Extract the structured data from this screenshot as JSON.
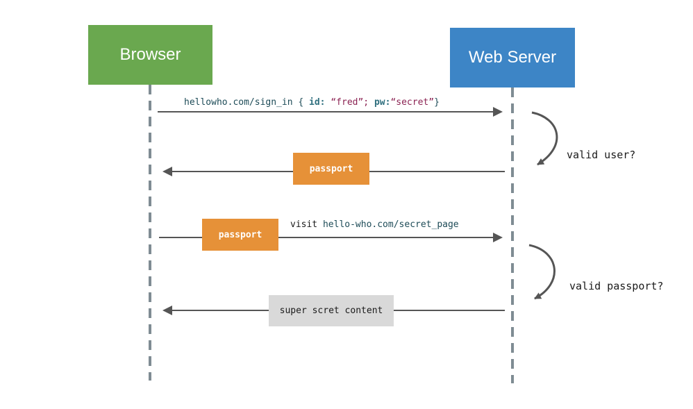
{
  "actors": {
    "browser": {
      "label": "Browser",
      "color": "#6aa84f"
    },
    "server": {
      "label": "Web Server",
      "color": "#3d85c6"
    }
  },
  "messages": {
    "sign_in": {
      "url": "hellowho.com/sign_in",
      "open_brace": "{",
      "id_key": "id:",
      "id_value": "“fred”;",
      "pw_key": "pw:",
      "pw_value": "“secret”",
      "close_brace": "}"
    },
    "passport_response": {
      "label": "passport",
      "color": "#e69138"
    },
    "visit": {
      "passport_label": "passport",
      "prefix": "visit",
      "url": "hello-who.com/secret_page"
    },
    "content_response": {
      "label": "super scret content",
      "color": "#d9d9d9"
    }
  },
  "notes": {
    "valid_user": "valid user?",
    "valid_passport": "valid passport?"
  },
  "colors": {
    "lifeline": "#7f8c93",
    "arrow": "#555555",
    "key": "#2f6f7e",
    "string": "#8b2252"
  }
}
